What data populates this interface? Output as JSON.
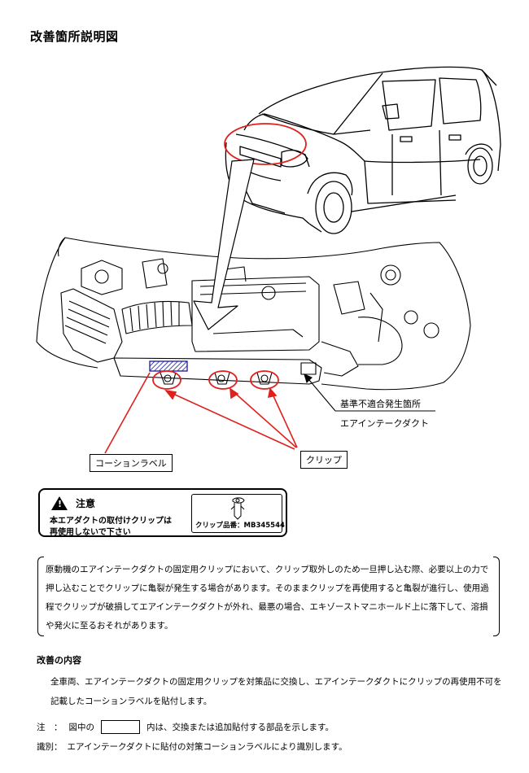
{
  "title": "改善箇所説明図",
  "labels": {
    "nonconformity": "基準不適合発生箇所",
    "air_intake_duct": "エアインテークダクト",
    "caution_label": "コーションラベル",
    "clip": "クリップ"
  },
  "caution": {
    "heading": "注意",
    "line1": "本エアダクトの取付けクリップは",
    "line2": "再使用しないで下さい",
    "part_number": "クリップ品番：MB345544"
  },
  "description": "原動機のエアインテークダクトの固定用クリップにおいて、クリップ取外しのため一旦押し込む際、必要以上の力で押し込むことでクリップに亀裂が発生する場合があります。そのままクリップを再使用すると亀裂が進行し、使用過程でクリップが破損してエアインテークダクトが外れ、最悪の場合、エキゾーストマニホールド上に落下して、溶損や発火に至るおそれがあります。",
  "improvement": {
    "heading": "改善の内容",
    "body": "全車両、エアインテークダクトの固定用クリップを対策品に交換し、エアインテークダクトにクリップの再使用不可を記載したコーションラベルを貼付します。"
  },
  "note": {
    "prefix": "注　：",
    "before_box": "図中の",
    "after_box": "内は、交換または追加貼付する部品を示します。"
  },
  "identification": {
    "prefix": "識別：",
    "text": "エアインテークダクトに貼付の対策コーションラベルにより識別します。"
  },
  "colors": {
    "highlight_red": "#e0201c",
    "label_blue": "#1a1aa0"
  }
}
